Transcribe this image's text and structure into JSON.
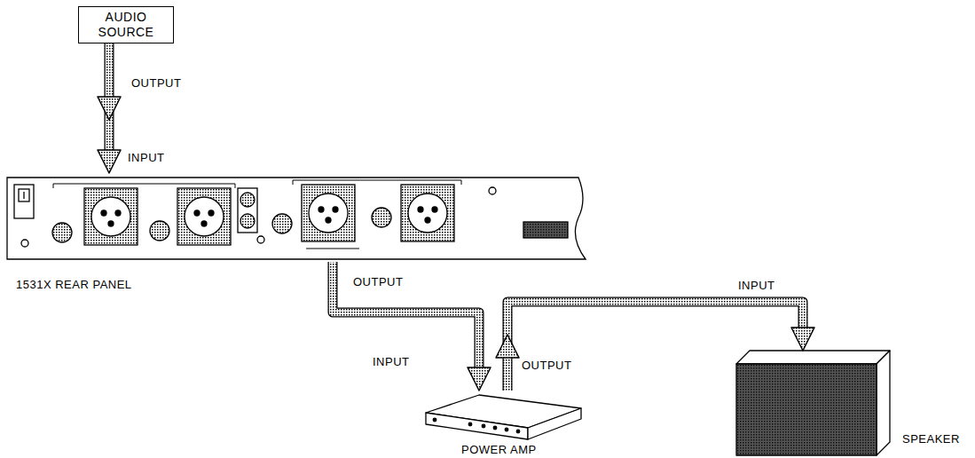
{
  "diagram": {
    "nodes": [
      {
        "text": [
          "AUDIO SOURCE"
        ]
      },
      {
        "text": [
          "1531X REAR PANEL"
        ]
      },
      {
        "text": [
          "POWER AMP"
        ]
      },
      {
        "text": [
          "SPEAKER"
        ]
      }
    ],
    "edges": [
      {
        "from": 0,
        "to": 1,
        "arrow": "to",
        "label": "OUTPUT"
      },
      {
        "from": 1,
        "to": 2,
        "arrow": "to",
        "label": "OUTPUT"
      },
      {
        "from": 2,
        "to": 3,
        "arrow": "to",
        "label": "OUTPUT"
      }
    ],
    "labels": [
      "INPUT",
      "INPUT",
      "INPUT"
    ]
  }
}
